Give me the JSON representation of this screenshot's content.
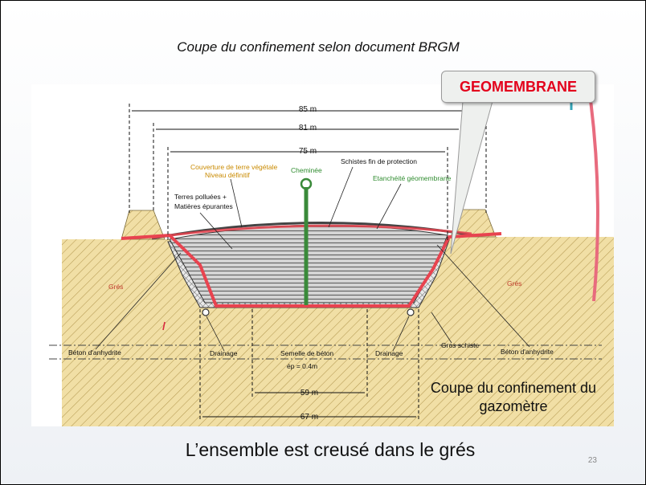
{
  "slide": {
    "title": "Coupe du confinement selon document BRGM",
    "callout_label": "GEOMEMBRANE",
    "bottom_caption": "L’ensemble est creusé dans le grés",
    "page_number": "23"
  },
  "diagram": {
    "dim_85": "85 m",
    "dim_81": "81 m",
    "dim_75": "75 m",
    "dim_59": "59 m",
    "dim_67": "67 m",
    "couverture_line1": "Couverture de terre végétale",
    "couverture_line2": "Niveau définitif",
    "cheminee": "Cheminée",
    "schistes": "Schistes fin de protection",
    "etancheite": "Etanchéité géomembrane",
    "terres_line1": "Terres polluées +",
    "terres_line2": "Matières épurantes",
    "gres_left": "Grés",
    "gres_right": "Grés",
    "beton_left": "Béton d'anhydrite",
    "beton_right": "Béton d'anhydrite",
    "drainage_left": "Drainage",
    "drainage_right": "Drainage",
    "semelle_line1": "Semelle de béton",
    "semelle_line2": "ép = 0.4m",
    "gros_schiste": "Gros schiste",
    "caption_line1": "Coupe du confinement du",
    "caption_line2": "gazomètre"
  },
  "colors": {
    "title_text": "#111111",
    "callout_text": "#e3001b",
    "membrane": "#e8434f",
    "pipe_green": "#3a8a3a",
    "sand": "#f0dc9e",
    "orange_label": "#c98a00",
    "green_label": "#2f8c2f"
  }
}
